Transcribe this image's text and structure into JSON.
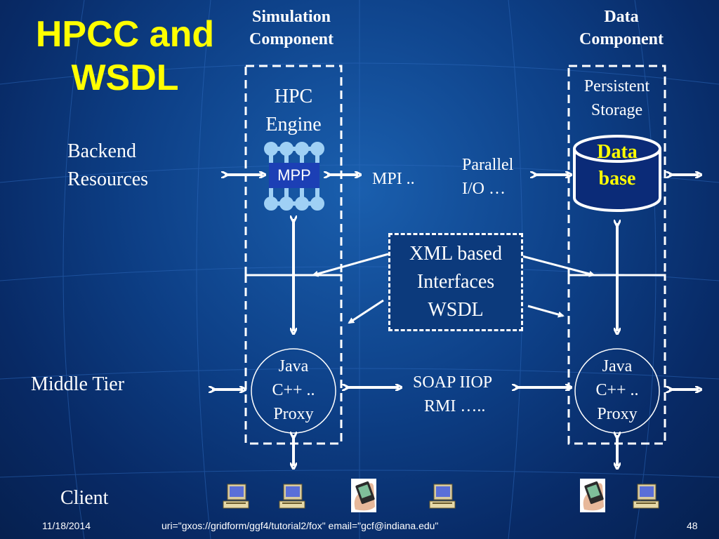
{
  "slide": {
    "title_line1": "HPCC and",
    "title_line2": "WSDL",
    "column_headers": {
      "simulation": [
        "Simulation",
        "Component"
      ],
      "data": [
        "Data",
        "Component"
      ]
    },
    "row_labels": {
      "backend": [
        "Backend",
        "Resources"
      ],
      "middle": "Middle Tier",
      "client": "Client"
    },
    "hpc_engine": [
      "HPC",
      "Engine"
    ],
    "mpp": "MPP",
    "mpi": "MPI ..",
    "parallel_io": [
      "Parallel",
      "I/O …"
    ],
    "persistent_storage": [
      "Persistent",
      "Storage"
    ],
    "database": [
      "Data",
      "base"
    ],
    "xml_box": [
      "XML based",
      "Interfaces",
      "WSDL"
    ],
    "proxy_left": [
      "Java",
      "C++ ..",
      "Proxy"
    ],
    "proxy_right": [
      "Java",
      "C++ ..",
      "Proxy"
    ],
    "protocols": [
      "SOAP IIOP",
      "RMI ….."
    ],
    "footer": {
      "date": "11/18/2014",
      "uri": "uri=\"gxos://gridform/ggf4/tutorial2/fox\" email=\"gcf@indiana.edu\"",
      "page": "48"
    },
    "colors": {
      "title": "#ffff00",
      "database_text": "#ffff00",
      "mpp_fill": "#1c3fb5",
      "background": "#0d3f86"
    },
    "client_icons": [
      "computer-icon",
      "computer-icon",
      "handheld-icon",
      "computer-icon",
      "handheld-icon",
      "computer-icon"
    ]
  }
}
